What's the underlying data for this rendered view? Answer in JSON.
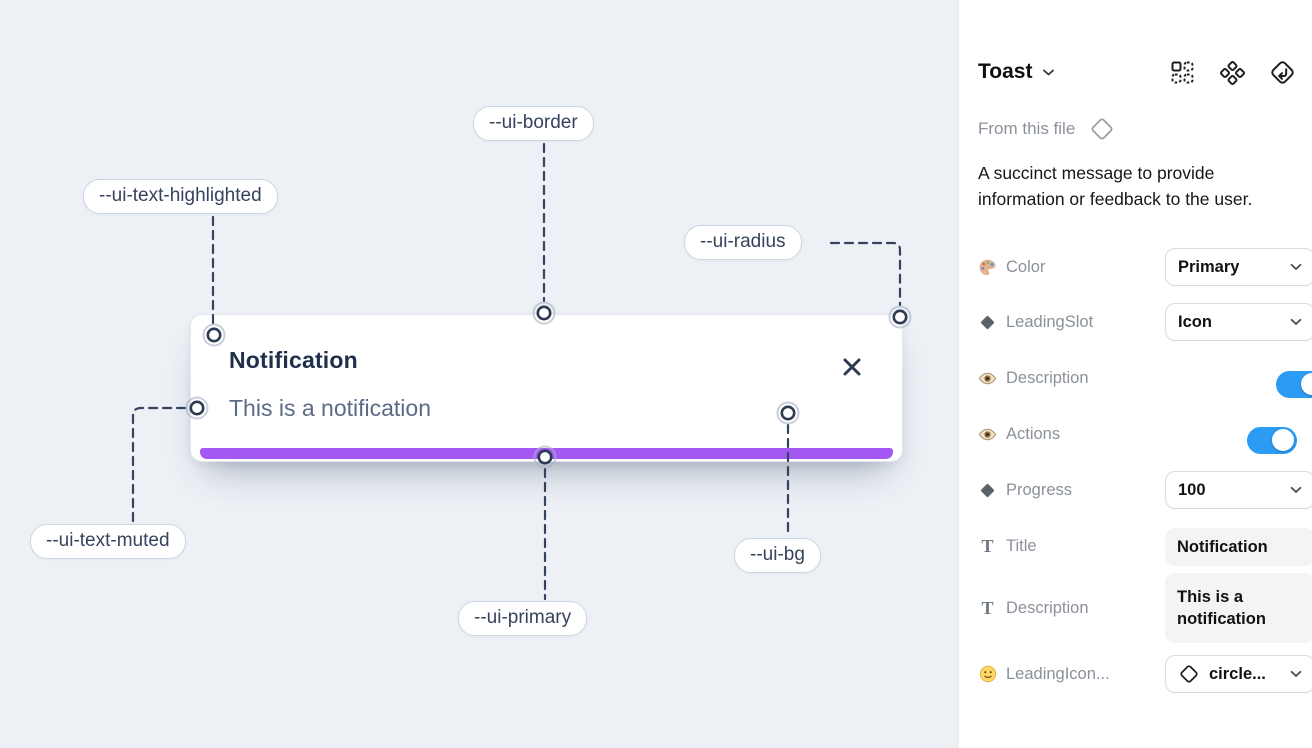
{
  "canvas": {
    "background": "#edf1f6",
    "toast": {
      "title": "Notification",
      "description": "This is a notification",
      "close_icon": "x",
      "progress_color": "#a358f3"
    },
    "annotations": [
      {
        "label": "--ui-text-highlighted"
      },
      {
        "label": "--ui-border"
      },
      {
        "label": "--ui-radius"
      },
      {
        "label": "--ui-text-muted"
      },
      {
        "label": "--ui-primary"
      },
      {
        "label": "--ui-bg"
      }
    ]
  },
  "panel": {
    "title": "Toast",
    "header_icons": [
      "instance-grid-icon",
      "component-diamonds-icon",
      "diamond-return-icon"
    ],
    "source": "From this file",
    "source_icon": "diamond-outline-icon",
    "description": "A succinct message to provide information or feedback to the user.",
    "properties": [
      {
        "icon": "palette-icon",
        "label": "Color",
        "control": "dropdown",
        "value": "Primary"
      },
      {
        "icon": "diamond-icon",
        "label": "LeadingSlot",
        "control": "dropdown",
        "value": "Icon"
      },
      {
        "icon": "eye-icon",
        "label": "Description",
        "control": "toggle",
        "value": "on"
      },
      {
        "icon": "eye-icon",
        "label": "Actions",
        "control": "toggle",
        "value": "on"
      },
      {
        "icon": "diamond-icon",
        "label": "Progress",
        "control": "dropdown",
        "value": "100"
      },
      {
        "icon": "text-icon",
        "label": "Title",
        "control": "textfield",
        "value": "Notification"
      },
      {
        "icon": "text-icon",
        "label": "Description",
        "control": "textfield",
        "value": "This is a notification"
      },
      {
        "icon": "smiley-icon",
        "label": "LeadingIcon...",
        "control": "dropdown-icon",
        "value": "circle..."
      }
    ],
    "toggle_color": "#2b9bf4"
  }
}
